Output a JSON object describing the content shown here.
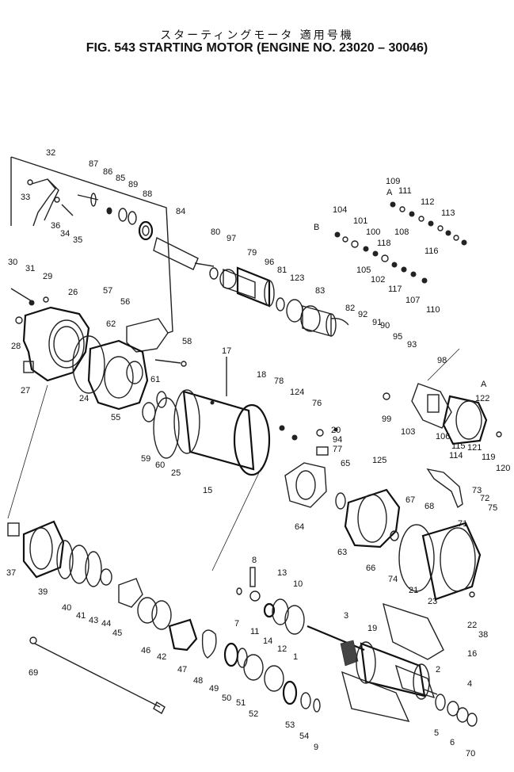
{
  "title_jp": "スターティングモータ 適用号機",
  "title_en": "FIG. 543  STARTING MOTOR (ENGINE NO. 23020 – 30046)",
  "callout_labels": {
    "A": "A",
    "B": "B"
  },
  "parts": [
    {
      "label": "32"
    },
    {
      "label": "87"
    },
    {
      "label": "86"
    },
    {
      "label": "85"
    },
    {
      "label": "89"
    },
    {
      "label": "88"
    },
    {
      "label": "33"
    },
    {
      "label": "36"
    },
    {
      "label": "34"
    },
    {
      "label": "35"
    },
    {
      "label": "84"
    },
    {
      "label": "109"
    },
    {
      "label": "111"
    },
    {
      "label": "112"
    },
    {
      "label": "113"
    },
    {
      "label": "108"
    },
    {
      "label": "116"
    },
    {
      "label": "104"
    },
    {
      "label": "101"
    },
    {
      "label": "100"
    },
    {
      "label": "118"
    },
    {
      "label": "105"
    },
    {
      "label": "102"
    },
    {
      "label": "117"
    },
    {
      "label": "80"
    },
    {
      "label": "97"
    },
    {
      "label": "79"
    },
    {
      "label": "96"
    },
    {
      "label": "81"
    },
    {
      "label": "123"
    },
    {
      "label": "83"
    },
    {
      "label": "30"
    },
    {
      "label": "31"
    },
    {
      "label": "29"
    },
    {
      "label": "26"
    },
    {
      "label": "57"
    },
    {
      "label": "56"
    },
    {
      "label": "62"
    },
    {
      "label": "28"
    },
    {
      "label": "27"
    },
    {
      "label": "58"
    },
    {
      "label": "61"
    },
    {
      "label": "107"
    },
    {
      "label": "110"
    },
    {
      "label": "82"
    },
    {
      "label": "92"
    },
    {
      "label": "91"
    },
    {
      "label": "90"
    },
    {
      "label": "95"
    },
    {
      "label": "93"
    },
    {
      "label": "98"
    },
    {
      "label": "17"
    },
    {
      "label": "18"
    },
    {
      "label": "78"
    },
    {
      "label": "124"
    },
    {
      "label": "76"
    },
    {
      "label": "20"
    },
    {
      "label": "94"
    },
    {
      "label": "77"
    },
    {
      "label": "24"
    },
    {
      "label": "55"
    },
    {
      "label": "59"
    },
    {
      "label": "60"
    },
    {
      "label": "25"
    },
    {
      "label": "15"
    },
    {
      "label": "99"
    },
    {
      "label": "103"
    },
    {
      "label": "106"
    },
    {
      "label": "115"
    },
    {
      "label": "114"
    },
    {
      "label": "121"
    },
    {
      "label": "119"
    },
    {
      "label": "120"
    },
    {
      "label": "122"
    },
    {
      "label": "65"
    },
    {
      "label": "125"
    },
    {
      "label": "67"
    },
    {
      "label": "68"
    },
    {
      "label": "71"
    },
    {
      "label": "73"
    },
    {
      "label": "72"
    },
    {
      "label": "75"
    },
    {
      "label": "64"
    },
    {
      "label": "63"
    },
    {
      "label": "66"
    },
    {
      "label": "74"
    },
    {
      "label": "21"
    },
    {
      "label": "23"
    },
    {
      "label": "22"
    },
    {
      "label": "38"
    },
    {
      "label": "37"
    },
    {
      "label": "39"
    },
    {
      "label": "40"
    },
    {
      "label": "41"
    },
    {
      "label": "43"
    },
    {
      "label": "44"
    },
    {
      "label": "45"
    },
    {
      "label": "46"
    },
    {
      "label": "42"
    },
    {
      "label": "47"
    },
    {
      "label": "48"
    },
    {
      "label": "49"
    },
    {
      "label": "50"
    },
    {
      "label": "51"
    },
    {
      "label": "52"
    },
    {
      "label": "53"
    },
    {
      "label": "54"
    },
    {
      "label": "9"
    },
    {
      "label": "8"
    },
    {
      "label": "7"
    },
    {
      "label": "11"
    },
    {
      "label": "14"
    },
    {
      "label": "13"
    },
    {
      "label": "12"
    },
    {
      "label": "10"
    },
    {
      "label": "1"
    },
    {
      "label": "3"
    },
    {
      "label": "19"
    },
    {
      "label": "16"
    },
    {
      "label": "2"
    },
    {
      "label": "4"
    },
    {
      "label": "5"
    },
    {
      "label": "6"
    },
    {
      "label": "70"
    },
    {
      "label": "69"
    }
  ]
}
